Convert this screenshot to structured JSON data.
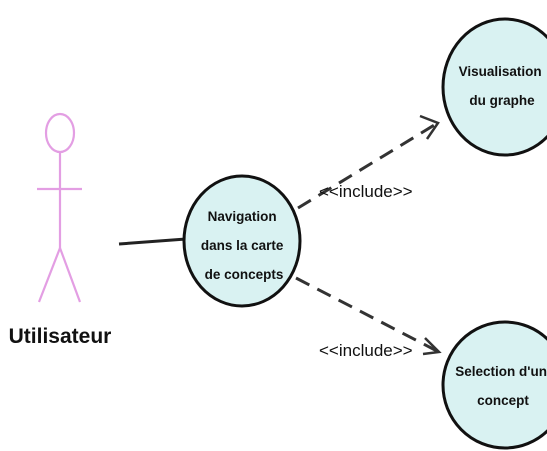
{
  "actor": {
    "name": "Utilisateur",
    "color": "#e39ee3"
  },
  "use_cases": {
    "navigation": [
      "Navigation",
      "dans la carte",
      "de concepts"
    ],
    "visualisation": [
      "Visualisation",
      "du graphe"
    ],
    "selection": [
      "Selection d'un",
      "concept"
    ]
  },
  "relations": {
    "include_top": "<<include>>",
    "include_bottom": "<<include>>"
  },
  "colors": {
    "use_case_fill": "#d9f2f2",
    "use_case_stroke": "#111111",
    "actor": "#e39ee3"
  }
}
